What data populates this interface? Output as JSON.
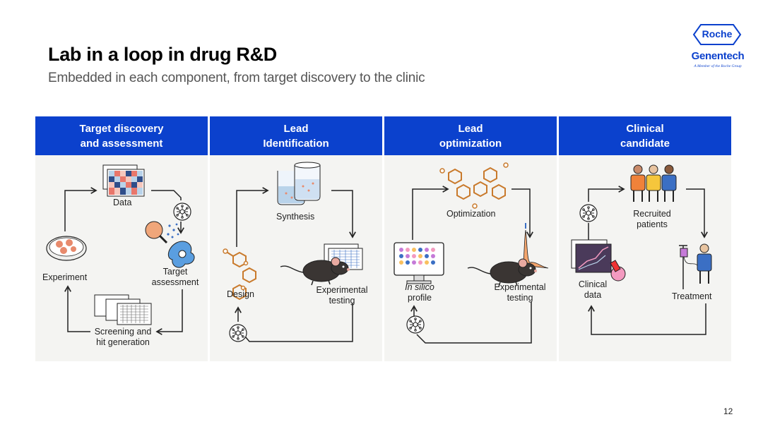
{
  "slide": {
    "title": "Lab in a loop in drug R&D",
    "subtitle": "Embedded in each component, from target discovery to the clinic",
    "page_number": "12"
  },
  "logo": {
    "roche": "Roche",
    "genentech": "Genentech",
    "member_text": "A Member of the Roche Group",
    "brand_color": "#0b41cd"
  },
  "panels": [
    {
      "header_line1": "Target discovery",
      "header_line2": "and assessment",
      "labels": {
        "data": "Data",
        "experiment": "Experiment",
        "target_line1": "Target",
        "target_line2": "assessment",
        "screening_line1": "Screening and",
        "screening_line2": "hit generation"
      }
    },
    {
      "header_line1": "Lead",
      "header_line2": "Identification",
      "labels": {
        "synthesis": "Synthesis",
        "design": "Design",
        "testing_line1": "Experimental",
        "testing_line2": "testing"
      }
    },
    {
      "header_line1": "Lead",
      "header_line2": "optimization",
      "labels": {
        "optimization": "Optimization",
        "insilico_line1": "In silico",
        "insilico_line2": "profile",
        "testing_line1": "Experimental",
        "testing_line2": "testing"
      }
    },
    {
      "header_line1": "Clinical",
      "header_line2": "candidate",
      "labels": {
        "recruited_line1": "Recruited",
        "recruited_line2": "patients",
        "clinical_line1": "Clinical",
        "clinical_line2": "data",
        "treatment": "Treatment"
      }
    }
  ]
}
